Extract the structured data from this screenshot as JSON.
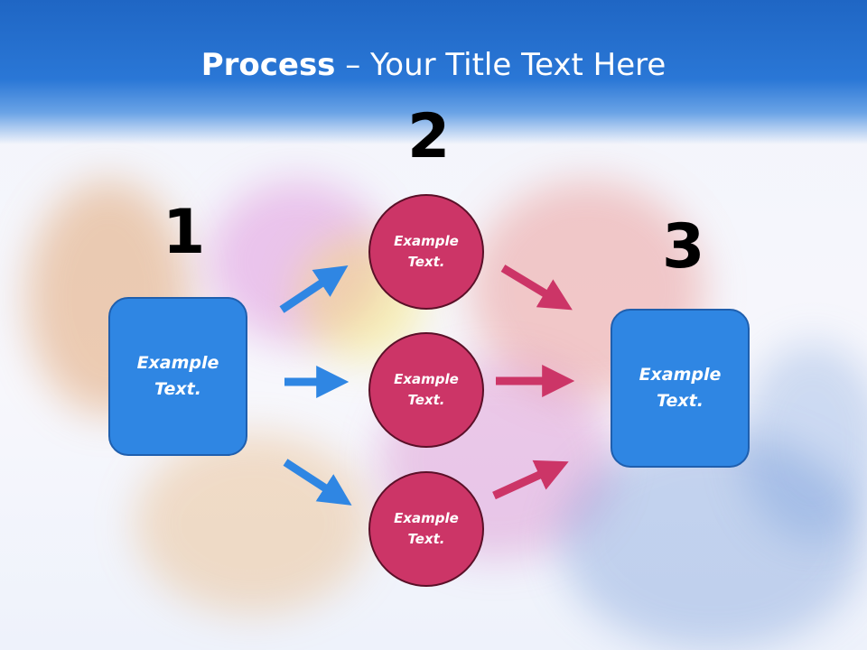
{
  "slide": {
    "title_bold": "Process",
    "title_rest": " – Your Title Text Here"
  },
  "steps": [
    {
      "number": "1",
      "text_line1": "Example",
      "text_line2": "Text."
    },
    {
      "number": "2"
    },
    {
      "number": "3",
      "text_line1": "Example",
      "text_line2": "Text."
    }
  ],
  "nodes": [
    {
      "text_line1": "Example",
      "text_line2": "Text."
    },
    {
      "text_line1": "Example",
      "text_line2": "Text."
    },
    {
      "text_line1": "Example",
      "text_line2": "Text."
    }
  ],
  "colors": {
    "header": "#2a77d6",
    "box": "#2f86e3",
    "circle": "#cc3567",
    "arrow_blue": "#2f86e3",
    "arrow_pink": "#cc3567"
  }
}
